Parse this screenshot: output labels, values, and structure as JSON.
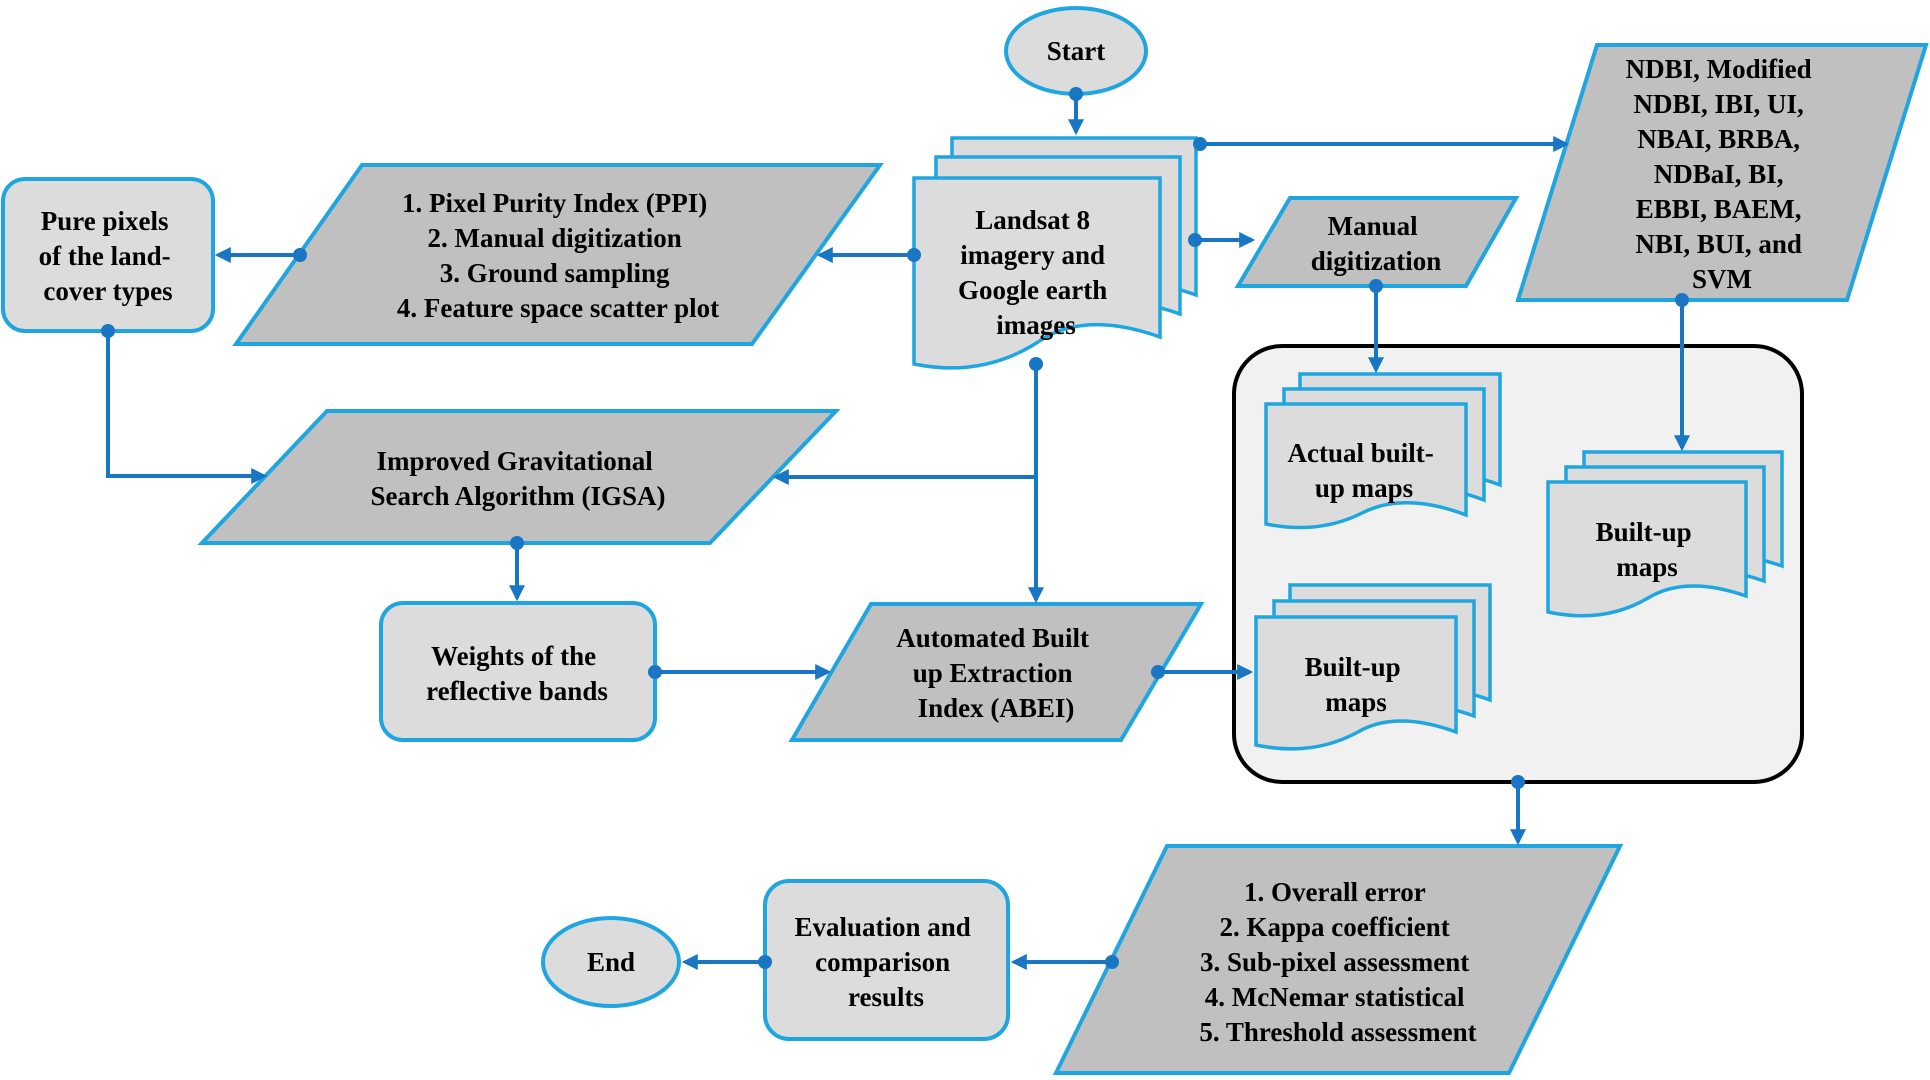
{
  "nodes": {
    "start": {
      "lines": [
        "Start"
      ]
    },
    "landsat": {
      "lines": [
        "Landsat 8",
        "imagery and",
        "Google earth",
        "images"
      ]
    },
    "indices": {
      "lines": [
        "NDBI, Modified",
        "NDBI, IBI, UI,",
        "NBAI, BRBA,",
        "NDBaI, BI,",
        "EBBI, BAEM,",
        "NBI, BUI, and",
        "SVM"
      ]
    },
    "manual": {
      "lines": [
        "Manual",
        "digitization"
      ]
    },
    "ppi": {
      "lines": [
        "1. Pixel Purity Index (PPI)",
        "2. Manual digitization",
        "3. Ground sampling",
        "4. Feature space scatter plot"
      ]
    },
    "pure": {
      "lines": [
        "Pure pixels",
        "of the land-",
        "cover types"
      ]
    },
    "igsa": {
      "lines": [
        "Improved Gravitational",
        "Search Algorithm (IGSA)"
      ]
    },
    "weights": {
      "lines": [
        "Weights of the",
        "reflective bands"
      ]
    },
    "abei": {
      "lines": [
        "Automated Built",
        "up Extraction",
        "Index (ABEI)"
      ]
    },
    "actual": {
      "lines": [
        "Actual built-",
        "up maps"
      ]
    },
    "builtup_right": {
      "lines": [
        "Built-up",
        "maps"
      ]
    },
    "builtup_mid": {
      "lines": [
        "Built-up",
        "maps"
      ]
    },
    "assess": {
      "lines": [
        "1. Overall error",
        "2. Kappa coefficient",
        "3. Sub-pixel assessment",
        "4. McNemar statistical",
        "5. Threshold assessment"
      ]
    },
    "eval": {
      "lines": [
        "Evaluation and",
        "comparison",
        "results"
      ]
    },
    "end": {
      "lines": [
        "End"
      ]
    }
  },
  "colors": {
    "stroke": "#1fa6e0",
    "connector": "#1976c4",
    "parallelogram_fill": "#c0c0c0",
    "box_fill": "#dcdcdc",
    "group_fill": "#f1f1f1",
    "group_stroke": "#000000"
  }
}
